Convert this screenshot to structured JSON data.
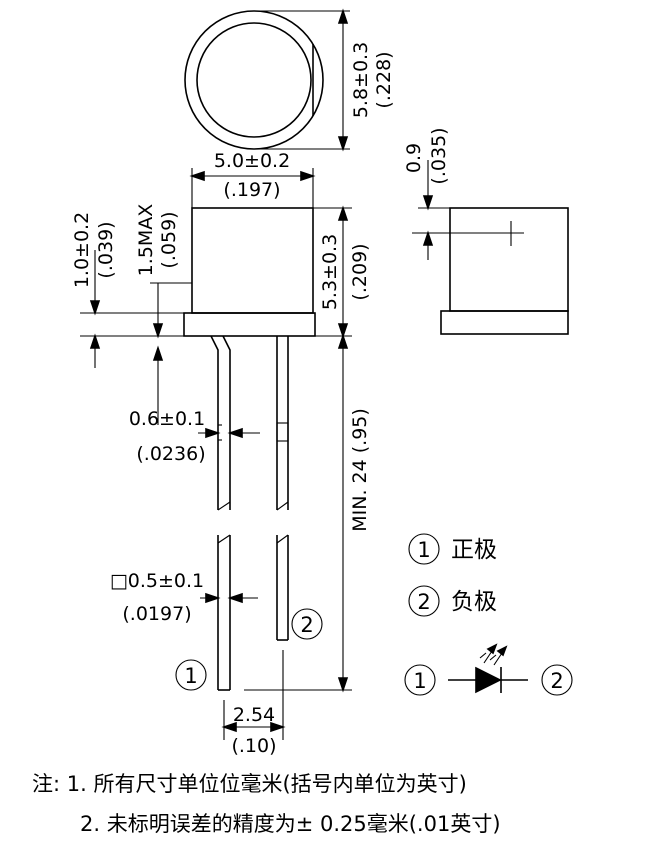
{
  "dimensions": {
    "top_diameter_mm": "5.8±0.3",
    "top_diameter_in": "(.228)",
    "body_width_mm": "5.0±0.2",
    "body_width_in": "(.197)",
    "flange_height_mm": "1.0±0.2",
    "flange_height_in": "(.039)",
    "flange_max_mm": "1.5MAX",
    "flange_max_in": "(.059)",
    "body_height_mm": "5.3±0.3",
    "body_height_in": "(.209)",
    "standoff_mm": "0.9",
    "standoff_in": "(.035)",
    "lead_min_length": "MIN. 24 (.95)",
    "lead_width_mm": "0.6±0.1",
    "lead_width_in": "(.0236)",
    "lead_square_mm": "□0.5±0.1",
    "lead_square_in": "(.0197)",
    "lead_pitch_mm": "2.54",
    "lead_pitch_in": "(.10)"
  },
  "pins": {
    "pin1_marker": "1",
    "pin2_marker": "2"
  },
  "legend": {
    "pin1_marker": "1",
    "pin1_label": "正极",
    "pin2_marker": "2",
    "pin2_label": "负极"
  },
  "symbol": {
    "left_marker": "1",
    "right_marker": "2"
  },
  "notes": {
    "line1": "注: 1. 所有尺寸单位位毫米(括号内单位为英寸)",
    "line2": "2. 未标明误差的精度为± 0.25毫米(.01英寸)"
  }
}
